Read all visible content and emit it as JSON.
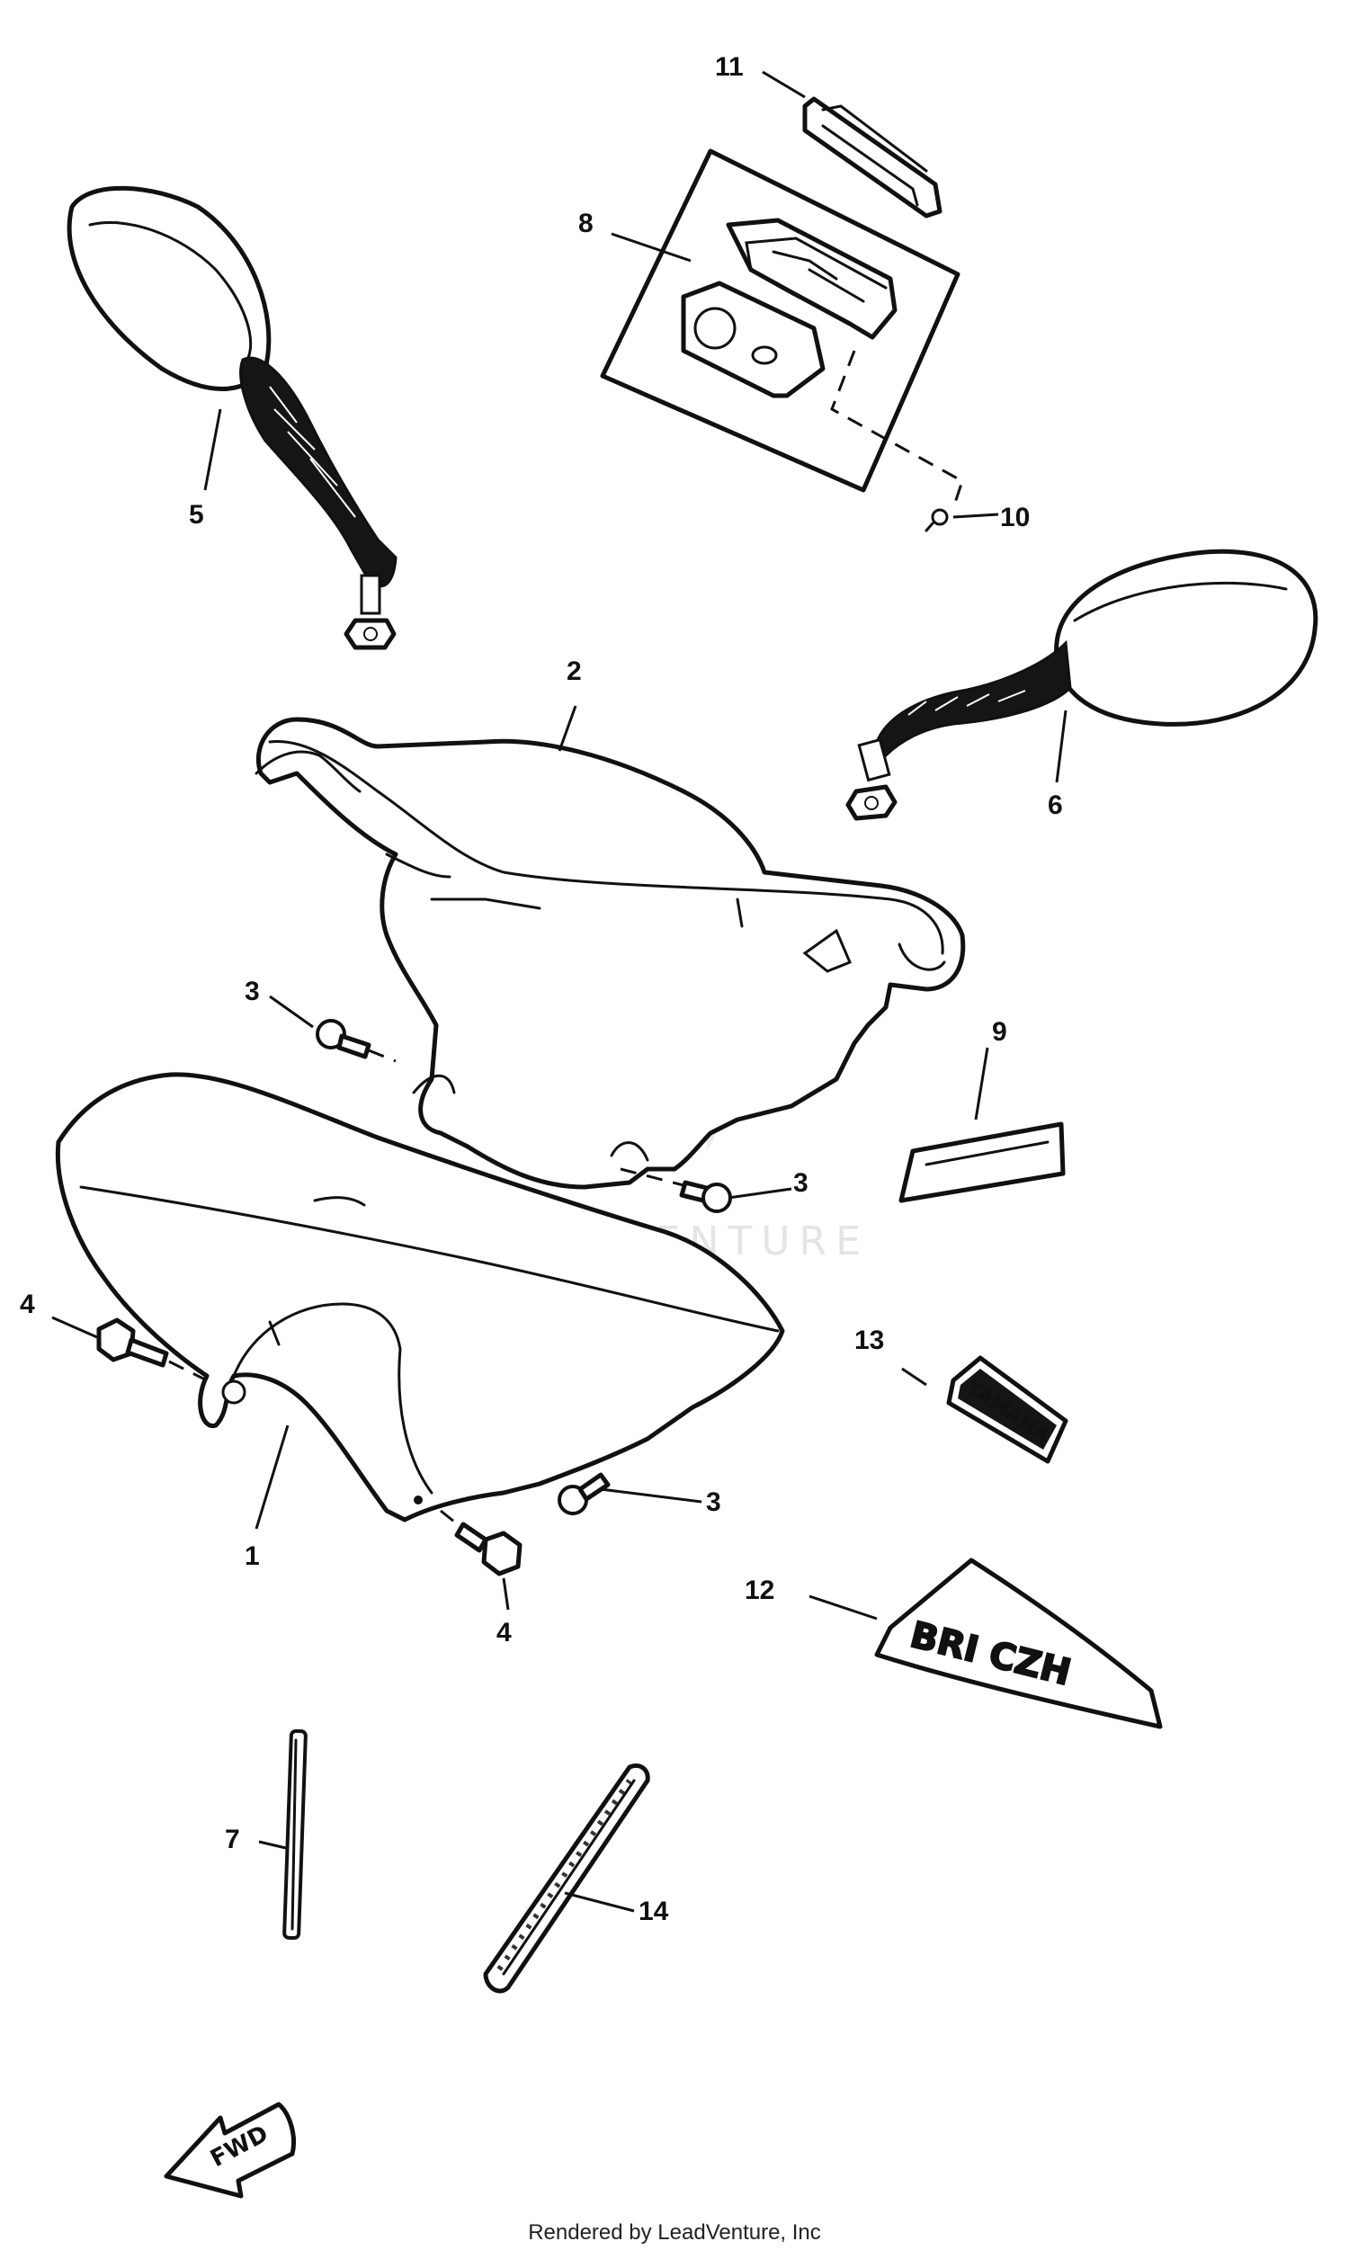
{
  "callouts": {
    "c1": "1",
    "c2": "2",
    "c3a": "3",
    "c3b": "3",
    "c3c": "3",
    "c4a": "4",
    "c4b": "4",
    "c5": "5",
    "c6": "6",
    "c7": "7",
    "c8": "8",
    "c9": "9",
    "c10": "10",
    "c11": "11",
    "c12": "12",
    "c13": "13",
    "c14": "14"
  },
  "decals": {
    "yamaha": "YAMAHA",
    "brand": "BRI CZH",
    "fwd": "FWD"
  },
  "watermark": "LEADVENTURE",
  "footer": "Rendered by LeadVenture, Inc"
}
